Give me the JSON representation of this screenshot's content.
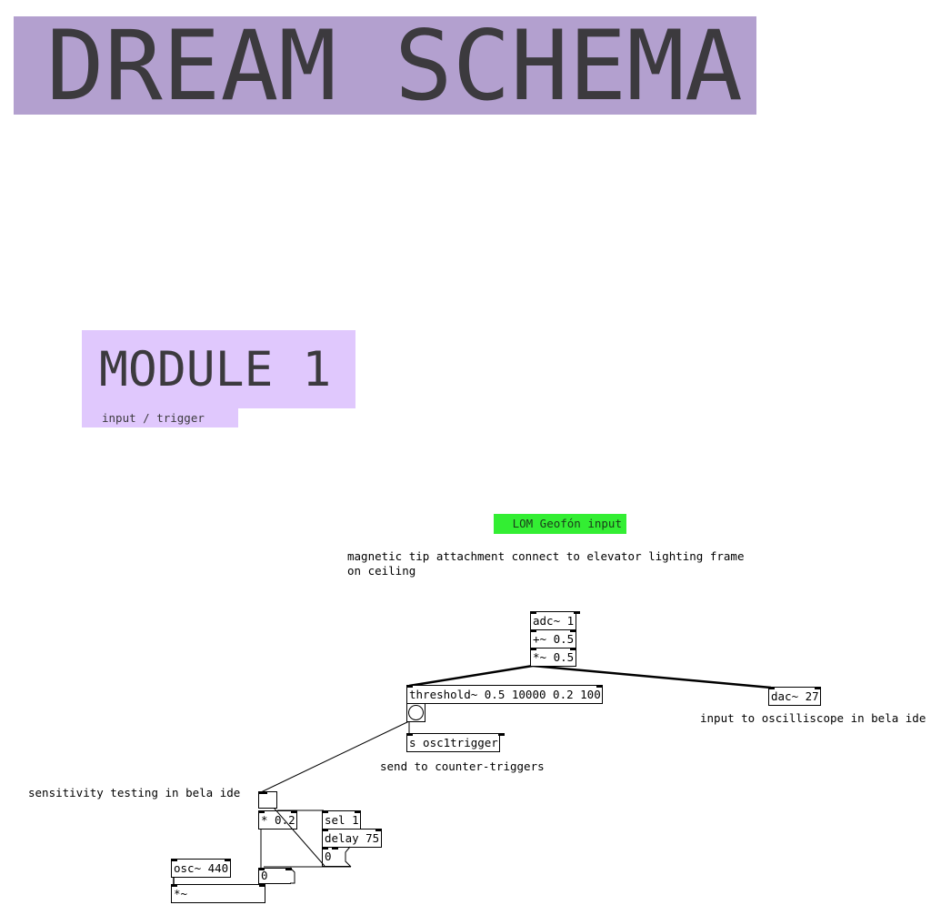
{
  "header": {
    "title": "DREAM SCHEMA"
  },
  "module": {
    "title": "MODULE 1",
    "subtitle": "input / trigger"
  },
  "label_green": "LOM Geofón input",
  "comments": {
    "attachment_1": "magnetic tip attachment connect to elevator lighting frame",
    "attachment_2": "on ceiling",
    "oscilloscope": "input to oscilliscope in bela ide",
    "send": "send to counter-triggers",
    "sensitivity": "sensitivity testing in bela ide"
  },
  "objects": {
    "adc": "adc~ 1",
    "plus": "+~ 0.5",
    "times": "*~ 0.5",
    "threshold": "threshold~ 0.5 10000 0.2 100",
    "send": "s osc1trigger",
    "dac": "dac~ 27",
    "mul": "* 0.2",
    "sel": "sel 1",
    "delay": "delay 75",
    "msg0": "0",
    "osc": "osc~ 440",
    "num0": "0",
    "sigmul": "*~"
  },
  "colors": {
    "title_bg": "#b3a0cf",
    "module_bg": "#e0c8fd",
    "label_green": "#33ee33"
  }
}
